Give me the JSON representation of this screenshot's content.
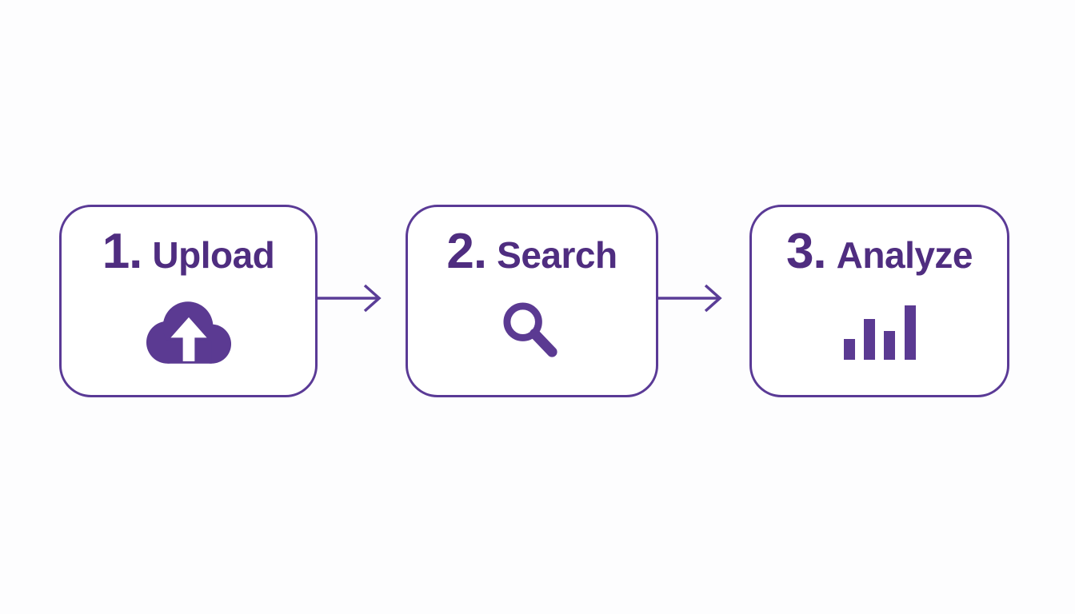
{
  "diagram": {
    "description": "Three-step horizontal process flow",
    "step_count": 3
  },
  "colors": {
    "background": "#fdfdfe",
    "box_bg": "#ffffff",
    "box_border": "#5a3a96",
    "text": "#4f2d80",
    "icon": "#5b3a92",
    "arrow": "#5a3d97"
  },
  "steps": [
    {
      "number": "1.",
      "label": "Upload",
      "icon": "cloud-upload-icon"
    },
    {
      "number": "2.",
      "label": "Search",
      "icon": "search-icon"
    },
    {
      "number": "3.",
      "label": "Analyze",
      "icon": "bar-chart-icon"
    }
  ],
  "connectors": [
    {
      "name": "arrow-right-1",
      "direction": "right"
    },
    {
      "name": "arrow-right-2",
      "direction": "right"
    }
  ]
}
